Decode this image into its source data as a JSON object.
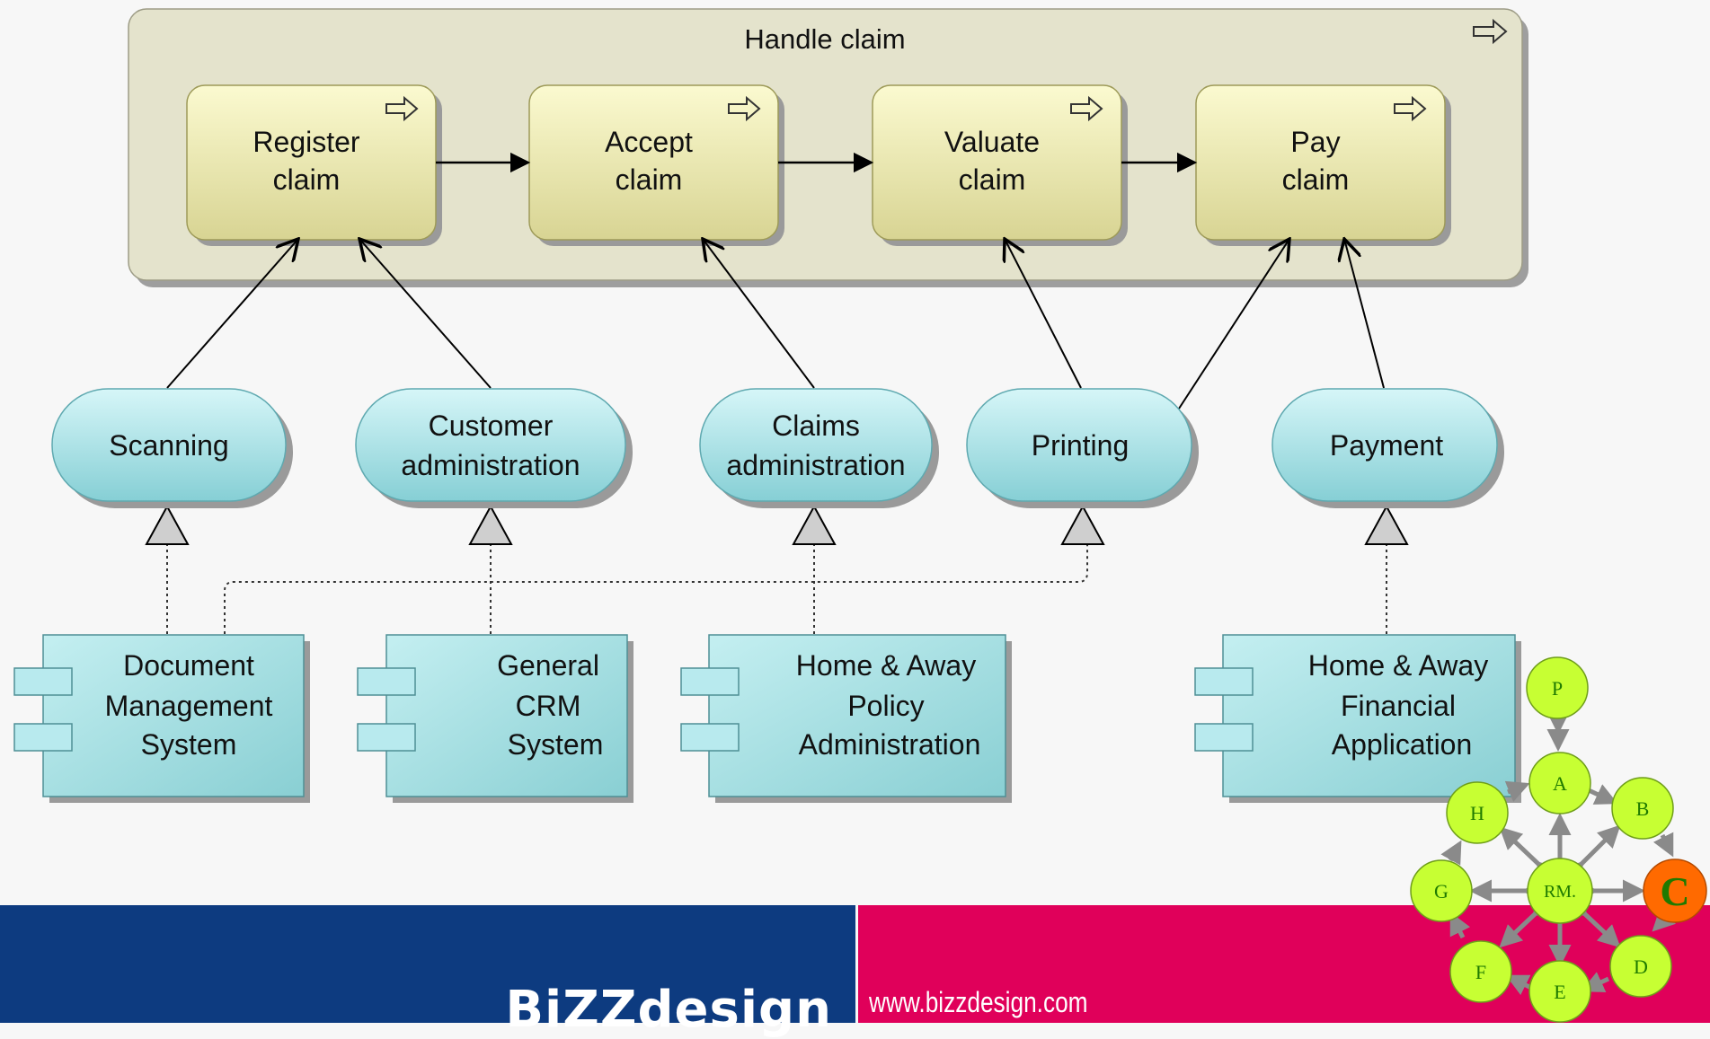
{
  "diagram": {
    "container": {
      "label": "Handle claim"
    },
    "processes": [
      {
        "id": "register",
        "lines": [
          "Register",
          "claim"
        ]
      },
      {
        "id": "accept",
        "lines": [
          "Accept",
          "claim"
        ]
      },
      {
        "id": "valuate",
        "lines": [
          "Valuate",
          "claim"
        ]
      },
      {
        "id": "pay",
        "lines": [
          "Pay",
          "claim"
        ]
      }
    ],
    "services": [
      {
        "id": "scanning",
        "lines": [
          "Scanning"
        ]
      },
      {
        "id": "customer-admin",
        "lines": [
          "Customer",
          "administration"
        ]
      },
      {
        "id": "claims-admin",
        "lines": [
          "Claims",
          "administration"
        ]
      },
      {
        "id": "printing",
        "lines": [
          "Printing"
        ]
      },
      {
        "id": "payment",
        "lines": [
          "Payment"
        ]
      }
    ],
    "components": [
      {
        "id": "dms",
        "lines": [
          "Document",
          "Management",
          "System"
        ]
      },
      {
        "id": "crm",
        "lines": [
          "General",
          "CRM",
          "System"
        ]
      },
      {
        "id": "policy",
        "lines": [
          "Home & Away",
          "Policy",
          "Administration"
        ]
      },
      {
        "id": "financial",
        "lines": [
          "Home & Away",
          "Financial",
          "Application"
        ]
      }
    ],
    "colors": {
      "process_fill": "#e6e3a6",
      "container_fill": "#e4e3cc",
      "service_fill": "#a8e0e4",
      "component_fill": "#a6dfe2",
      "shadow": "#9a9a9a"
    }
  },
  "cycle": {
    "nodes": [
      "P",
      "A",
      "B",
      "C",
      "D",
      "E",
      "F",
      "G",
      "H",
      "RM."
    ],
    "highlight": "C",
    "colors": {
      "node": "#c7ff33",
      "highlight": "#ff6a00",
      "highlight_text": "#1f7a00",
      "arrow": "#8a8a8a"
    }
  },
  "footer": {
    "brand": "BiZZdesign",
    "url": "www.bizzdesign.com",
    "colors": {
      "left": "#0d3b80",
      "right": "#e0005a"
    }
  }
}
